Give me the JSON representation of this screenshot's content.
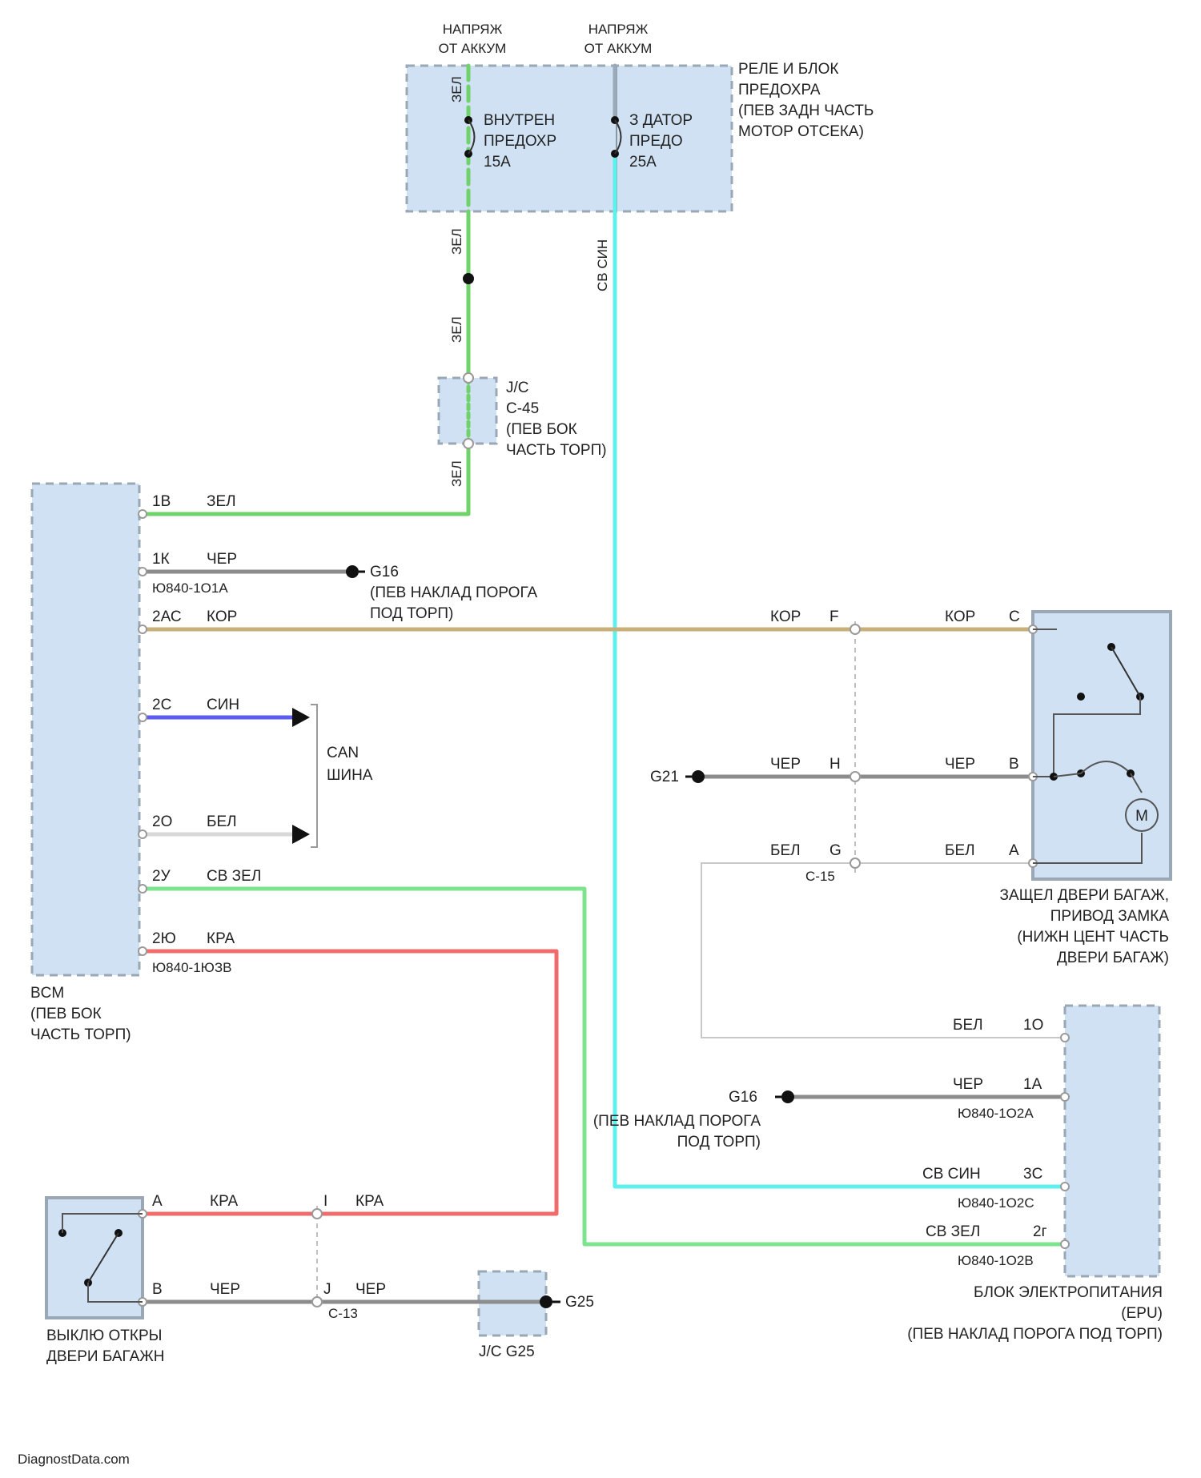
{
  "colors": {
    "green": "#6fd36a",
    "cyan": "#5ff0ee",
    "tan": "#c9b07a",
    "gray": "#8c8c8c",
    "blue": "#5c5cf2",
    "light_green": "#7ee38e",
    "red": "#f06b6b",
    "box_fill": "#cfe1f3"
  },
  "top": {
    "feed1": [
      "НАПРЯЖ",
      "ОТ АККУМ"
    ],
    "feed2": [
      "НАПРЯЖ",
      "ОТ АККУМ"
    ],
    "fuse_box_title": [
      "РЕЛЕ И БЛОК",
      "ПРЕДОХРА",
      "(ПЕВ ЗАДН ЧАСТЬ",
      "МОТОР ОТСЕКА)"
    ],
    "fuse1": [
      "ВНУТРЕН",
      "ПРЕДОХР",
      "15А"
    ],
    "fuse2": [
      "З ДАТОР",
      "ПРЕДО",
      "25А"
    ],
    "wire_zel": "ЗЕЛ",
    "wire_sv_sin": "СВ СИН"
  },
  "jc_c45": {
    "name": "J/C",
    "id": "C-45",
    "loc": [
      "(ПЕВ БОК",
      "ЧАСТЬ ТОРП)"
    ]
  },
  "bcm": {
    "name": "BCM",
    "loc": [
      "(ПЕВ БОК",
      "ЧАСТЬ ТОРП)"
    ],
    "pins": [
      {
        "pin": "1В",
        "color": "ЗЕЛ"
      },
      {
        "pin": "1К",
        "color": "ЧЕР",
        "code": "Ю840-1О1А"
      },
      {
        "pin": "2АС",
        "color": "КОР"
      },
      {
        "pin": "2С",
        "color": "СИН"
      },
      {
        "pin": "2О",
        "color": "БЕЛ"
      },
      {
        "pin": "2У",
        "color": "СВ ЗЕЛ"
      },
      {
        "pin": "2Ю",
        "color": "КРА",
        "code": "Ю840-1ЮЗВ"
      }
    ]
  },
  "g16_top": {
    "id": "G16",
    "loc": [
      "(ПЕВ НАКЛАД ПОРОГА",
      "ПОД ТОРП)"
    ]
  },
  "can": {
    "line1": "CAN",
    "line2": "ШИНА"
  },
  "c15": {
    "id": "C-15",
    "pins": [
      {
        "pin": "F",
        "color": "КОР"
      },
      {
        "pin": "H",
        "color": "ЧЕР"
      },
      {
        "pin": "G",
        "color": "БЕЛ"
      }
    ]
  },
  "g21": {
    "id": "G21"
  },
  "actuator": {
    "pins": [
      {
        "pin": "C",
        "color": "КОР"
      },
      {
        "pin": "B",
        "color": "ЧЕР"
      },
      {
        "pin": "A",
        "color": "БЕЛ"
      }
    ],
    "motor": "М",
    "title": [
      "ЗАЩЕЛ ДВЕРИ БАГАЖ,",
      "ПРИВОД ЗАМКА",
      "(НИЖН ЦЕНТ ЧАСТЬ",
      "ДВЕРИ БАГАЖ)"
    ]
  },
  "epu": {
    "pins": [
      {
        "pin": "1О",
        "color": "БЕЛ"
      },
      {
        "pin": "1А",
        "color": "ЧЕР",
        "code": "Ю840-1О2А"
      },
      {
        "pin": "3С",
        "color": "СВ СИН",
        "code": "Ю840-1О2С"
      },
      {
        "pin": "2г",
        "color": "СВ ЗЕЛ",
        "code": "Ю840-1О2В"
      }
    ],
    "title": [
      "БЛОК ЭЛЕКТРОПИТАНИЯ",
      "(ЕРU)",
      "(ПЕВ НАКЛАД ПОРОГА ПОД ТОРП)"
    ]
  },
  "g16_bottom": {
    "id": "G16",
    "loc": [
      "(ПЕВ НАКЛАД ПОРОГА",
      "ПОД ТОРП)"
    ]
  },
  "switch": {
    "pins": [
      {
        "pin": "A",
        "color": "КРА"
      },
      {
        "pin": "B",
        "color": "ЧЕР"
      }
    ],
    "title": [
      "ВЫКЛЮ ОТКРЫ",
      "ДВЕРИ БАГАЖН"
    ]
  },
  "c13": {
    "id": "C-13",
    "pins": [
      {
        "pin": "I",
        "color": "КРА"
      },
      {
        "pin": "J",
        "color": "ЧЕР"
      }
    ]
  },
  "jc_g25": {
    "name": "J/C G25",
    "ground": "G25"
  },
  "footer": {
    "source": "DiagnostData.com"
  }
}
